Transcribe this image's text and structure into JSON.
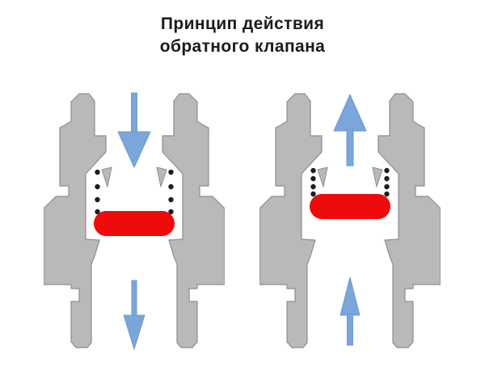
{
  "title": {
    "line1": "Принцип действия",
    "line2": "обратного клапана"
  },
  "panels": {
    "left": {
      "name": "forward-flow-valve-open",
      "flow_direction": "down",
      "disc_position": "lowered",
      "spring_state": "extended"
    },
    "right": {
      "name": "reverse-flow-valve-closed",
      "flow_direction": "up",
      "disc_position": "raised",
      "spring_state": "compressed"
    }
  },
  "colors": {
    "background": "#ffffff",
    "title_text": "#1b1b1b",
    "valve_body": "#b9b9b9",
    "valve_outline": "#8d8d8d",
    "flow_arrow": "#7aa6d9",
    "flow_arrow_outline": "#6d9bce",
    "valve_disc": "#ed0c0c",
    "spring_dot": "#1e1e1e"
  }
}
